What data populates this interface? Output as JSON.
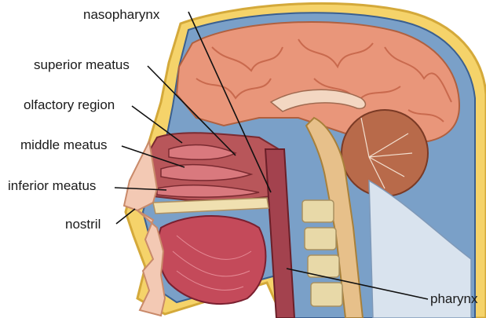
{
  "labels": {
    "nasopharynx": "nasopharynx",
    "superior_meatus": "superior meatus",
    "olfactory_region": "olfactory region",
    "middle_meatus": "middle meatus",
    "inferior_meatus": "inferior meatus",
    "nostril": "nostril",
    "pharynx": "pharynx"
  },
  "colors": {
    "brain": "#e9967a",
    "brain_fold": "#c96a4e",
    "skin_outline": "#f2c94c",
    "skull_blue": "#4a6fa5",
    "nasal_cavity": "#b8565a",
    "tongue": "#c44a5a",
    "cerebellum": "#b86a4a",
    "bone": "#e8d9a8",
    "leader": "#111111"
  }
}
